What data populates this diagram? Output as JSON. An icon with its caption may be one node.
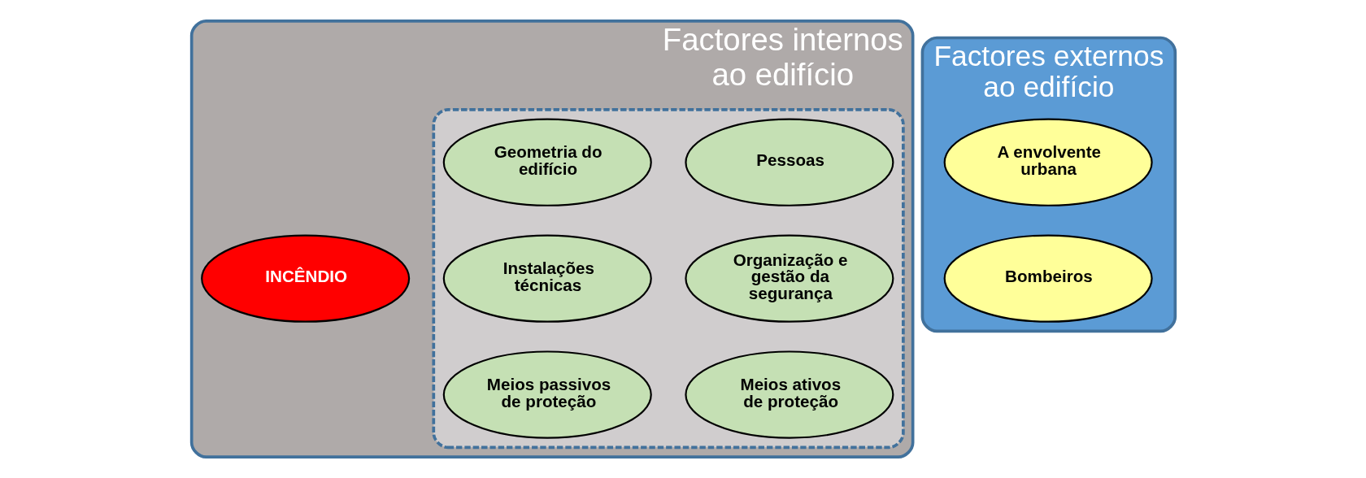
{
  "diagram": {
    "nodes": [
      {
        "text": [
          "Factores internos ao edifício"
        ]
      },
      {
        "text": [],
        "shape": "box",
        "in": 0
      },
      {
        "text": [
          "Geometria do edifício"
        ],
        "in": 1
      },
      {
        "text": [
          "Pessoas"
        ],
        "in": 1
      },
      {
        "text": [
          "Instalações técnicas"
        ],
        "in": 1
      },
      {
        "text": [
          "Organização e gestão da segurança"
        ],
        "in": 1
      },
      {
        "text": [
          "Meios passivos de proteção"
        ],
        "in": 1
      },
      {
        "text": [
          "Meios ativos de proteção"
        ],
        "in": 1
      },
      {
        "text": [
          "INCÊNDIO"
        ],
        "in": 0
      },
      {
        "text": [
          "Factores externos ao edifício"
        ]
      },
      {
        "text": [
          "A envolvente urbana"
        ],
        "in": 9
      },
      {
        "text": [
          "Bombeiros"
        ],
        "in": 9
      }
    ],
    "edges": []
  }
}
